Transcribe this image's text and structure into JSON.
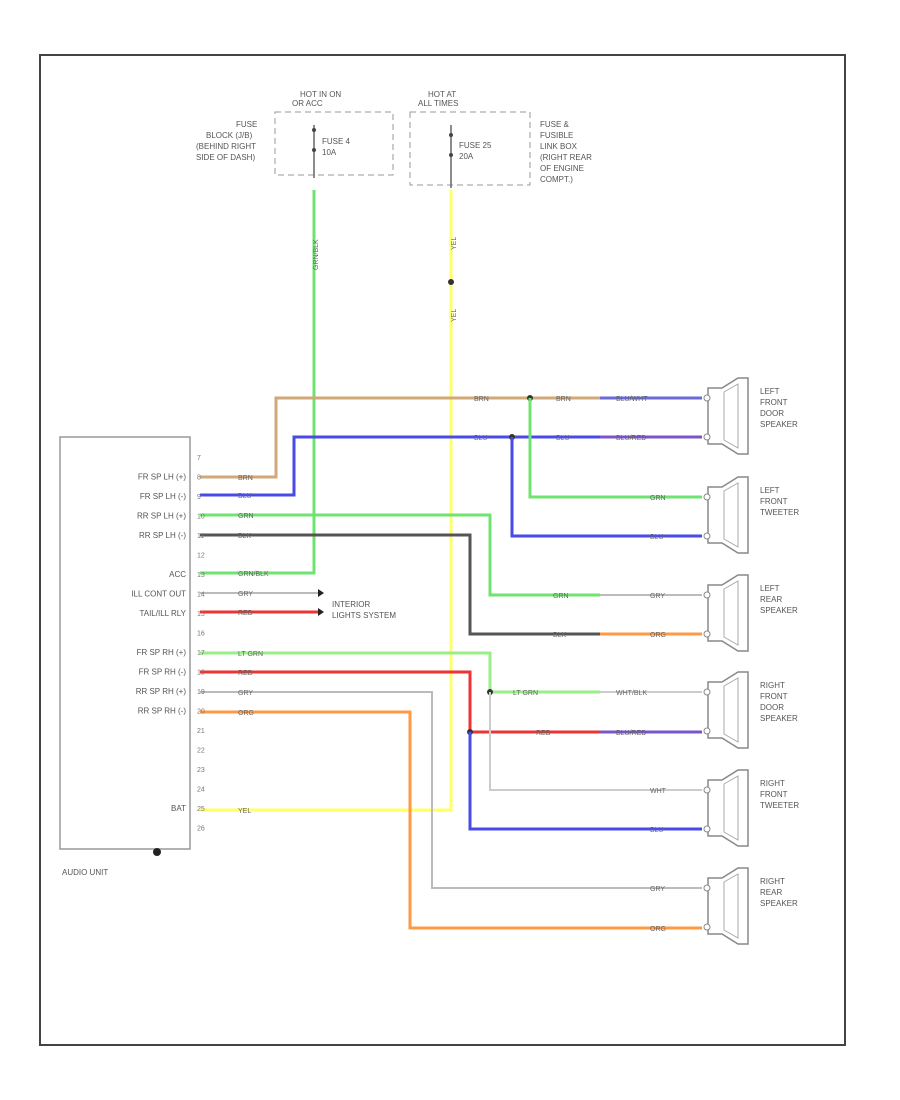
{
  "fuses": [
    {
      "hot": "HOT IN ON",
      "hot2": "OR ACC",
      "fuse": "FUSE 4",
      "rating": "10A",
      "box": [
        "FUSE",
        "BLOCK (J/B)",
        "(BEHIND RIGHT",
        "SIDE OF DASH)"
      ]
    },
    {
      "hot": "HOT AT",
      "hot2": "ALL TIMES",
      "fuse": "FUSE 25",
      "rating": "20A",
      "box": [
        "FUSE &",
        "FUSIBLE",
        "LINK BOX",
        "(RIGHT REAR",
        "OF ENGINE",
        "COMPT.)"
      ]
    }
  ],
  "audio_unit": {
    "name": "AUDIO UNIT",
    "terminals": [
      {
        "pin": "7",
        "label": ""
      },
      {
        "pin": "8",
        "label": "FR SP LH (+)"
      },
      {
        "pin": "9",
        "label": "FR SP LH (-)"
      },
      {
        "pin": "10",
        "label": "RR SP LH (+)"
      },
      {
        "pin": "11",
        "label": "RR SP LH (-)"
      },
      {
        "pin": "12",
        "label": ""
      },
      {
        "pin": "13",
        "label": "ACC"
      },
      {
        "pin": "14",
        "label": "ILL CONT OUT"
      },
      {
        "pin": "15",
        "label": "TAIL/ILL RLY"
      },
      {
        "pin": "16",
        "label": ""
      },
      {
        "pin": "17",
        "label": "FR SP RH (+)"
      },
      {
        "pin": "18",
        "label": "FR SP RH (-)"
      },
      {
        "pin": "19",
        "label": "RR SP RH (+)"
      },
      {
        "pin": "20",
        "label": "RR SP RH (-)"
      },
      {
        "pin": "21",
        "label": ""
      },
      {
        "pin": "22",
        "label": ""
      },
      {
        "pin": "23",
        "label": ""
      },
      {
        "pin": "24",
        "label": ""
      },
      {
        "pin": "25",
        "label": "BAT"
      },
      {
        "pin": "26",
        "label": ""
      }
    ]
  },
  "speakers": [
    {
      "name": [
        "LEFT",
        "FRONT",
        "DOOR",
        "SPEAKER"
      ]
    },
    {
      "name": [
        "LEFT",
        "FRONT",
        "TWEETER"
      ]
    },
    {
      "name": [
        "LEFT",
        "REAR",
        "SPEAKER"
      ]
    },
    {
      "name": [
        "RIGHT",
        "FRONT",
        "DOOR",
        "SPEAKER"
      ]
    },
    {
      "name": [
        "RIGHT",
        "FRONT",
        "TWEETER"
      ]
    },
    {
      "name": [
        "RIGHT",
        "REAR",
        "SPEAKER"
      ]
    }
  ],
  "wire_labels": {
    "grn_blk_vertical": "GRN/BLK",
    "yel_vertical_1": "YEL",
    "yel_vertical_2": "YEL",
    "brn_top": "BRN",
    "brn_junction": "BRN",
    "blu_wht": "BLU/WHT",
    "blu_top": "BLU",
    "blu_junction": "BLU",
    "blu_red": "BLU/RED",
    "brn_unit": "BRN",
    "blu_unit": "BLU",
    "grn_unit": "GRN",
    "blk_unit": "BLK",
    "grn_blk_unit": "GRN/BLK",
    "grn_tweeter": "GRN",
    "blu_tweeter": "BLU",
    "grn_lr": "GRN",
    "gry_lr": "GRY",
    "blk_lr": "BLK",
    "org_lr": "ORG",
    "gry_unit14": "GRY",
    "red_unit15": "RED",
    "lt_grn_unit": "LT GRN",
    "red_unit": "RED",
    "gry_unit": "GRY",
    "org_unit": "ORG",
    "lt_grn_rf": "LT GRN",
    "wht_blk": "WHT/BLK",
    "red_rf": "RED",
    "blu_red_rf": "BLU/RED",
    "wht_rt": "WHT",
    "blu_rt": "BLU",
    "gry_rr": "GRY",
    "org_rr": "ORG",
    "yel_bat": "YEL"
  },
  "interior": {
    "line1": "INTERIOR",
    "line2": "LIGHTS SYSTEM"
  },
  "colors": {
    "brn": "#d2a878",
    "blu": "#4a4ae8",
    "grn": "#6fe36f",
    "blk": "#555555",
    "yel": "#ffff66",
    "red": "#ee3333",
    "org": "#ff9944",
    "gry": "#bbbbbb",
    "ltgrn": "#99ee88",
    "wht": "#cccccc",
    "frame": "#444444"
  }
}
